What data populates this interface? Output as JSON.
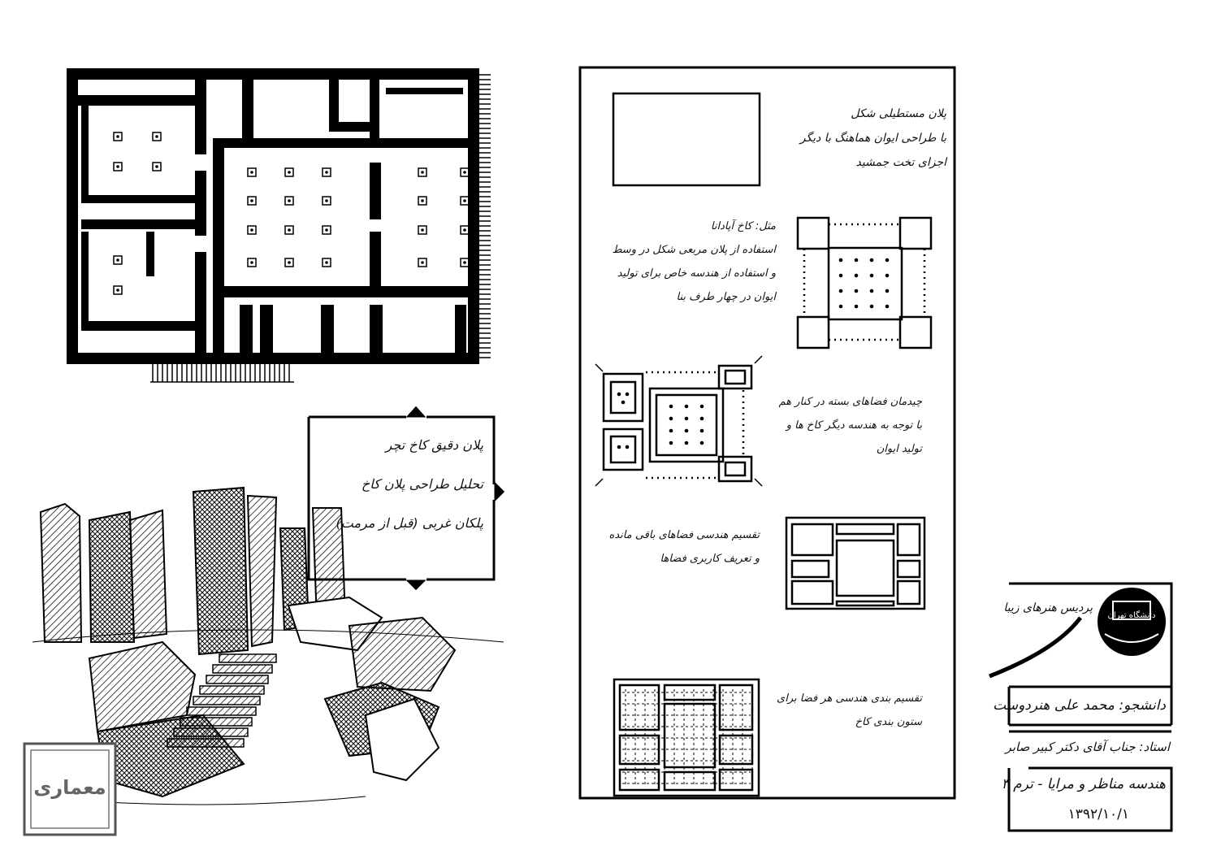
{
  "plan_caption_box": {
    "lines": [
      "پلان دقیق کاخ تچر",
      "تحلیل طراحی پلان کاخ",
      "پلکان غربی (قبل از مرمت)"
    ]
  },
  "analysis_panel": {
    "notes": [
      {
        "lines": [
          "پلان مستطیلی شکل",
          "با طراحی ایوان هماهنگ با دیگر",
          "اجزای تخت جمشید"
        ]
      },
      {
        "lines": [
          "مثل: کاخ آپادانا",
          "استفاده از پلان مربعی شکل در وسط",
          "و استفاده از هندسه خاص برای تولید",
          "ایوان در چهار طرف بنا"
        ]
      },
      {
        "lines": [
          "چیدمان فضاهای بسته در کنار هم",
          "با توجه به هندسه دیگر کاخ ها و",
          "تولید ایوان"
        ]
      },
      {
        "lines": [
          "تقسیم هندسی فضاهای باقی مانده",
          "و تعریف کاربری فضاها"
        ]
      },
      {
        "lines": [
          "تقسیم بندی هندسی هر فضا برای",
          "ستون بندی کاخ"
        ]
      }
    ]
  },
  "title_block": {
    "logo_text": "دانشگاه تهران",
    "faculty": "پردیس هنرهای زیبا",
    "student": "دانشجو: محمد علی هنردوست",
    "professor": "استاد: جناب آقای دکتر کبیر صابر",
    "course": "هندسه مناظر و مرایا - ترم ۳",
    "date": "۱۳۹۲/۱۰/۱"
  },
  "watermark": {
    "text": "معماری"
  }
}
